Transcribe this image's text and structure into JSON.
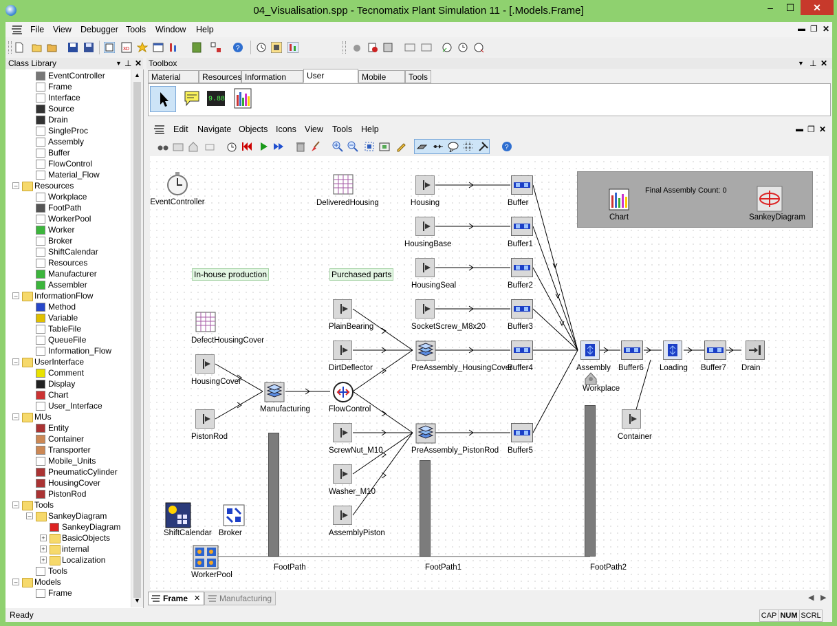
{
  "window": {
    "title": "04_Visualisation.spp - Tecnomatix Plant Simulation 11 - [.Models.Frame]",
    "min": "–",
    "max": "☐",
    "close": "✕"
  },
  "menubar": {
    "items": [
      "File",
      "View",
      "Debugger",
      "Tools",
      "Window",
      "Help"
    ]
  },
  "class_library": {
    "title": "Class Library",
    "items": [
      {
        "label": "EventController",
        "level": 2,
        "icon": "clock-icon"
      },
      {
        "label": "Frame",
        "level": 2,
        "icon": "frame-icon"
      },
      {
        "label": "Interface",
        "level": 2,
        "icon": "interface-icon"
      },
      {
        "label": "Source",
        "level": 2,
        "icon": "source-icon"
      },
      {
        "label": "Drain",
        "level": 2,
        "icon": "drain-icon"
      },
      {
        "label": "SingleProc",
        "level": 2,
        "icon": "singleproc-icon"
      },
      {
        "label": "Assembly",
        "level": 2,
        "icon": "assembly-icon"
      },
      {
        "label": "Buffer",
        "level": 2,
        "icon": "buffer-icon"
      },
      {
        "label": "FlowControl",
        "level": 2,
        "icon": "flowcontrol-icon"
      },
      {
        "label": "Material_Flow",
        "level": 2,
        "icon": "frame-icon"
      },
      {
        "label": "Resources",
        "level": 1,
        "icon": "folder-icon"
      },
      {
        "label": "Workplace",
        "level": 2,
        "icon": "workplace-icon"
      },
      {
        "label": "FootPath",
        "level": 2,
        "icon": "footpath-icon"
      },
      {
        "label": "WorkerPool",
        "level": 2,
        "icon": "workerpool-icon"
      },
      {
        "label": "Worker",
        "level": 2,
        "icon": "worker-icon"
      },
      {
        "label": "Broker",
        "level": 2,
        "icon": "broker-icon"
      },
      {
        "label": "ShiftCalendar",
        "level": 2,
        "icon": "shiftcalendar-icon"
      },
      {
        "label": "Resources",
        "level": 2,
        "icon": "frame-icon"
      },
      {
        "label": "Manufacturer",
        "level": 2,
        "icon": "worker-icon"
      },
      {
        "label": "Assembler",
        "level": 2,
        "icon": "worker-icon"
      },
      {
        "label": "InformationFlow",
        "level": 1,
        "icon": "folder-icon"
      },
      {
        "label": "Method",
        "level": 2,
        "icon": "method-icon"
      },
      {
        "label": "Variable",
        "level": 2,
        "icon": "variable-icon"
      },
      {
        "label": "TableFile",
        "level": 2,
        "icon": "tablefile-icon"
      },
      {
        "label": "QueueFile",
        "level": 2,
        "icon": "queuefile-icon"
      },
      {
        "label": "Information_Flow",
        "level": 2,
        "icon": "frame-icon"
      },
      {
        "label": "UserInterface",
        "level": 1,
        "icon": "folder-icon"
      },
      {
        "label": "Comment",
        "level": 2,
        "icon": "comment-icon"
      },
      {
        "label": "Display",
        "level": 2,
        "icon": "display-icon"
      },
      {
        "label": "Chart",
        "level": 2,
        "icon": "chart-icon"
      },
      {
        "label": "User_Interface",
        "level": 2,
        "icon": "frame-icon"
      },
      {
        "label": "MUs",
        "level": 1,
        "icon": "folder-icon"
      },
      {
        "label": "Entity",
        "level": 2,
        "icon": "entity-icon"
      },
      {
        "label": "Container",
        "level": 2,
        "icon": "container-icon"
      },
      {
        "label": "Transporter",
        "level": 2,
        "icon": "transporter-icon"
      },
      {
        "label": "Mobile_Units",
        "level": 2,
        "icon": "frame-icon"
      },
      {
        "label": "PneumaticCylinder",
        "level": 2,
        "icon": "entity-icon"
      },
      {
        "label": "HousingCover",
        "level": 2,
        "icon": "entity-icon"
      },
      {
        "label": "PistonRod",
        "level": 2,
        "icon": "entity-icon"
      },
      {
        "label": "Tools",
        "level": 1,
        "icon": "folder-icon"
      },
      {
        "label": "SankeyDiagram",
        "level": 2,
        "icon": "sankey-folder-icon"
      },
      {
        "label": "SankeyDiagram",
        "level": 3,
        "icon": "sankey-icon"
      },
      {
        "label": "BasicObjects",
        "level": 3,
        "icon": "folder-icon"
      },
      {
        "label": "internal",
        "level": 3,
        "icon": "folder-icon"
      },
      {
        "label": "Localization",
        "level": 3,
        "icon": "folder-icon"
      },
      {
        "label": "Tools",
        "level": 2,
        "icon": "frame-icon"
      },
      {
        "label": "Models",
        "level": 1,
        "icon": "folder-icon"
      },
      {
        "label": "Frame",
        "level": 2,
        "icon": "frame-icon"
      }
    ]
  },
  "toolbox": {
    "title": "Toolbox",
    "tabs": [
      "Material Flow",
      "Resources",
      "Information Flow",
      "User Interface",
      "Mobile Units",
      "Tools"
    ],
    "active_tab": "User Interface"
  },
  "frame_window": {
    "menu": [
      "Edit",
      "Navigate",
      "Objects",
      "Icons",
      "View",
      "Tools",
      "Help"
    ],
    "tabs": [
      {
        "label": "Frame",
        "close": "✕"
      },
      {
        "label": "Manufacturing"
      }
    ]
  },
  "canvas": {
    "objects": {
      "event_controller": "EventController",
      "delivered_housing": "DeliveredHousing",
      "housing": "Housing",
      "housing_base": "HousingBase",
      "housing_seal": "HousingSeal",
      "socket_screw": "SocketScrew_M8x20",
      "plain_bearing": "PlainBearing",
      "dirt_deflector": "DirtDeflector",
      "flow_control": "FlowControl",
      "screw_nut": "ScrewNut_M10",
      "washer": "Washer_M10",
      "assembly_piston": "AssemblyPiston",
      "preassembly_housing": "PreAssembly_HousingCover",
      "preassembly_piston": "PreAssembly_PistonRod",
      "buffer": "Buffer",
      "buffer1": "Buffer1",
      "buffer2": "Buffer2",
      "buffer3": "Buffer3",
      "buffer4": "Buffer4",
      "buffer5": "Buffer5",
      "buffer6": "Buffer6",
      "buffer7": "Buffer7",
      "assembly": "Assembly",
      "loading": "Loading",
      "drain": "Drain",
      "workplace": "Workplace",
      "container": "Container",
      "defect_housing": "DefectHousingCover",
      "housing_cover": "HousingCover",
      "piston_rod": "PistonRod",
      "manufacturing": "Manufacturing",
      "shift_calendar": "ShiftCalendar",
      "broker": "Broker",
      "worker_pool": "WorkerPool",
      "footpath": "FootPath",
      "footpath1": "FootPath1",
      "footpath2": "FootPath2",
      "chart": "Chart",
      "sankey": "SankeyDiagram",
      "final_assembly": "Final Assembly Count: 0"
    },
    "comments": {
      "inhouse": "In-house production",
      "purchased": "Purchased parts"
    }
  },
  "statusbar": {
    "text": "Ready",
    "cap": "CAP",
    "num": "NUM",
    "scrl": "SCRL"
  }
}
